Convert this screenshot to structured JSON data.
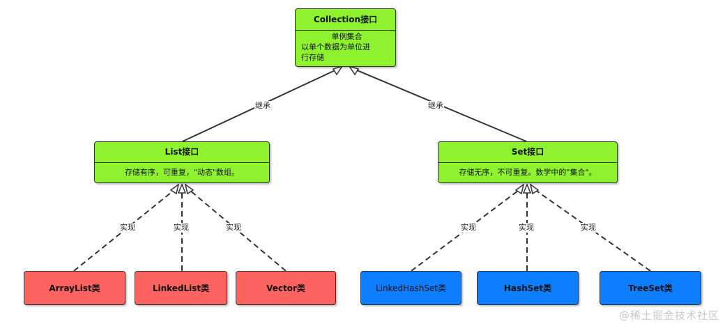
{
  "colors": {
    "interface": "#8ef22f",
    "list_impl": "#fd6461",
    "set_impl": "#0d7eff",
    "line": "#333333"
  },
  "collection": {
    "title": "Collection接口",
    "body": [
      "单例集合",
      "以单个数据为单位进",
      "行存储"
    ]
  },
  "list": {
    "title": "List接口",
    "body": "存储有序，可重复，\"动态\"数组。"
  },
  "set": {
    "title": "Set接口",
    "body": "存储无序，不可重复。数学中的\"集合\"。"
  },
  "edge_labels": {
    "inherit": "继承",
    "implement": "实现"
  },
  "list_classes": [
    "ArrayList类",
    "LinkedList类",
    "Vector类"
  ],
  "set_classes": [
    "LinkedHashSet类",
    "HashSet类",
    "TreeSet类"
  ],
  "watermark": "@稀土掘金技术社区"
}
